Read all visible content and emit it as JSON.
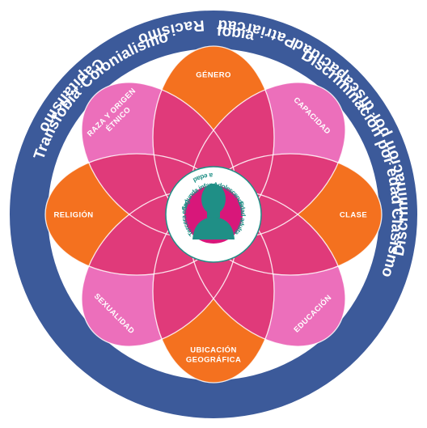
{
  "outer_ring": {
    "labels": [
      {
        "text": "Homofobia",
        "angle": 0
      },
      {
        "text": "Discriminación por edad",
        "angle": 58
      },
      {
        "text": "Clasismo",
        "angle": 99
      },
      {
        "text": "Capitalismo",
        "angle": 130
      },
      {
        "text": "Racismo",
        "angle": 167
      },
      {
        "text": "Patriarcado",
        "angle": 192
      },
      {
        "text": "Discriminación por discapacidad",
        "angle": 244
      },
      {
        "text": "Transfobia",
        "angle": 300
      },
      {
        "text": "Colonialismo",
        "angle": 330
      }
    ]
  },
  "petals": [
    {
      "lines": [
        "GÉNERO"
      ],
      "color": "#f4711f"
    },
    {
      "lines": [
        "CAPACIDAD"
      ],
      "color": "#ec6fbb"
    },
    {
      "lines": [
        "CLASE"
      ],
      "color": "#f4711f"
    },
    {
      "lines": [
        "EDUCACIÓN"
      ],
      "color": "#ec6fbb"
    },
    {
      "lines": [
        "UBICACIÓN",
        "GEOGRÁFICA"
      ],
      "color": "#f4711f"
    },
    {
      "lines": [
        "SEXUALIDAD"
      ],
      "color": "#ec6fbb"
    },
    {
      "lines": [
        "RELIGIÓN"
      ],
      "color": "#f4711f"
    },
    {
      "lines": [
        "RAZA Y ORIGEN",
        "ÉTNICO"
      ],
      "color": "#ec6fbb"
    }
  ],
  "life_stages": [
    {
      "text": "Segunda infancia",
      "angle": -34
    },
    {
      "text": "Adolescencia",
      "angle": 38
    },
    {
      "text": "Edad adulta",
      "angle": 98
    },
    {
      "text": "Mediana edad",
      "angle": 180
    },
    {
      "text": "Tercera edad",
      "angle": 262
    }
  ],
  "colors": {
    "ring": "#3c5a9a",
    "overlap": "#e03a7a",
    "center_circle": "#d8177a",
    "inner_ring_text": "#1f8f86",
    "silhouette": "#1f8f86"
  }
}
